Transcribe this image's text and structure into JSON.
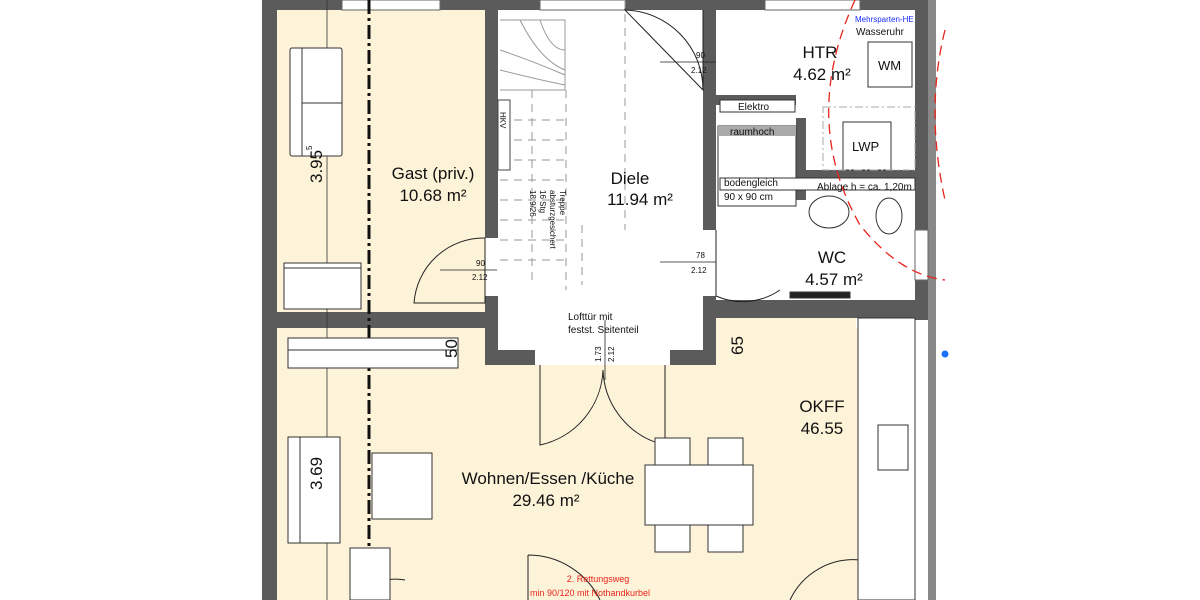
{
  "rooms": {
    "gast": {
      "name": "Gast (priv.)",
      "area": "10.68 m²"
    },
    "diele": {
      "name": "Diele",
      "area": "11.94 m²"
    },
    "htr": {
      "name": "HTR",
      "area": "4.62 m²"
    },
    "wc": {
      "name": "WC",
      "area": "4.57 m²"
    },
    "wohnen": {
      "name": "Wohnen/Essen /Küche",
      "area": "29.46 m²"
    }
  },
  "labels": {
    "mehrsparten": "Mehrsparten-HE",
    "wasseruhr": "Wasseruhr",
    "wm": "WM",
    "lwp": "LWP",
    "elektro": "Elektro",
    "raumhoch": "raumhoch",
    "bodengleich": "bodengleich",
    "dusche_size": "90 x 90 cm",
    "ablage": "Ablage h = ca. 1,20m",
    "hkv": "HKV",
    "treppe": [
      "Treppe",
      "absturzgesichert",
      "16 Stg",
      "18.9/26"
    ],
    "lofttuer": [
      "Lofttür mit",
      "festst. Seitenteil"
    ],
    "okff_label": "OKFF",
    "okff_value": "46.55",
    "rettungsweg": [
      "2. Rettungsweg",
      "min 90/120 mit Nothandkurbel"
    ]
  },
  "dimensions": {
    "gast_height": "3.95",
    "gast_height_sup": "5",
    "wohnen_height": "3.69",
    "fifty": "50",
    "sixtyfive": "65",
    "door_gast": [
      "90",
      "2.12"
    ],
    "door_htr": [
      "90",
      "2.12"
    ],
    "door_wc": [
      "78",
      "2.12"
    ],
    "door_loft": [
      "1.73",
      "2.12"
    ]
  },
  "colors": {
    "wall": "#5b5b5b",
    "room_fill": "#fdf3d8",
    "red_annotation": "#e8241c",
    "blue_annotation": "#1a2bff"
  }
}
